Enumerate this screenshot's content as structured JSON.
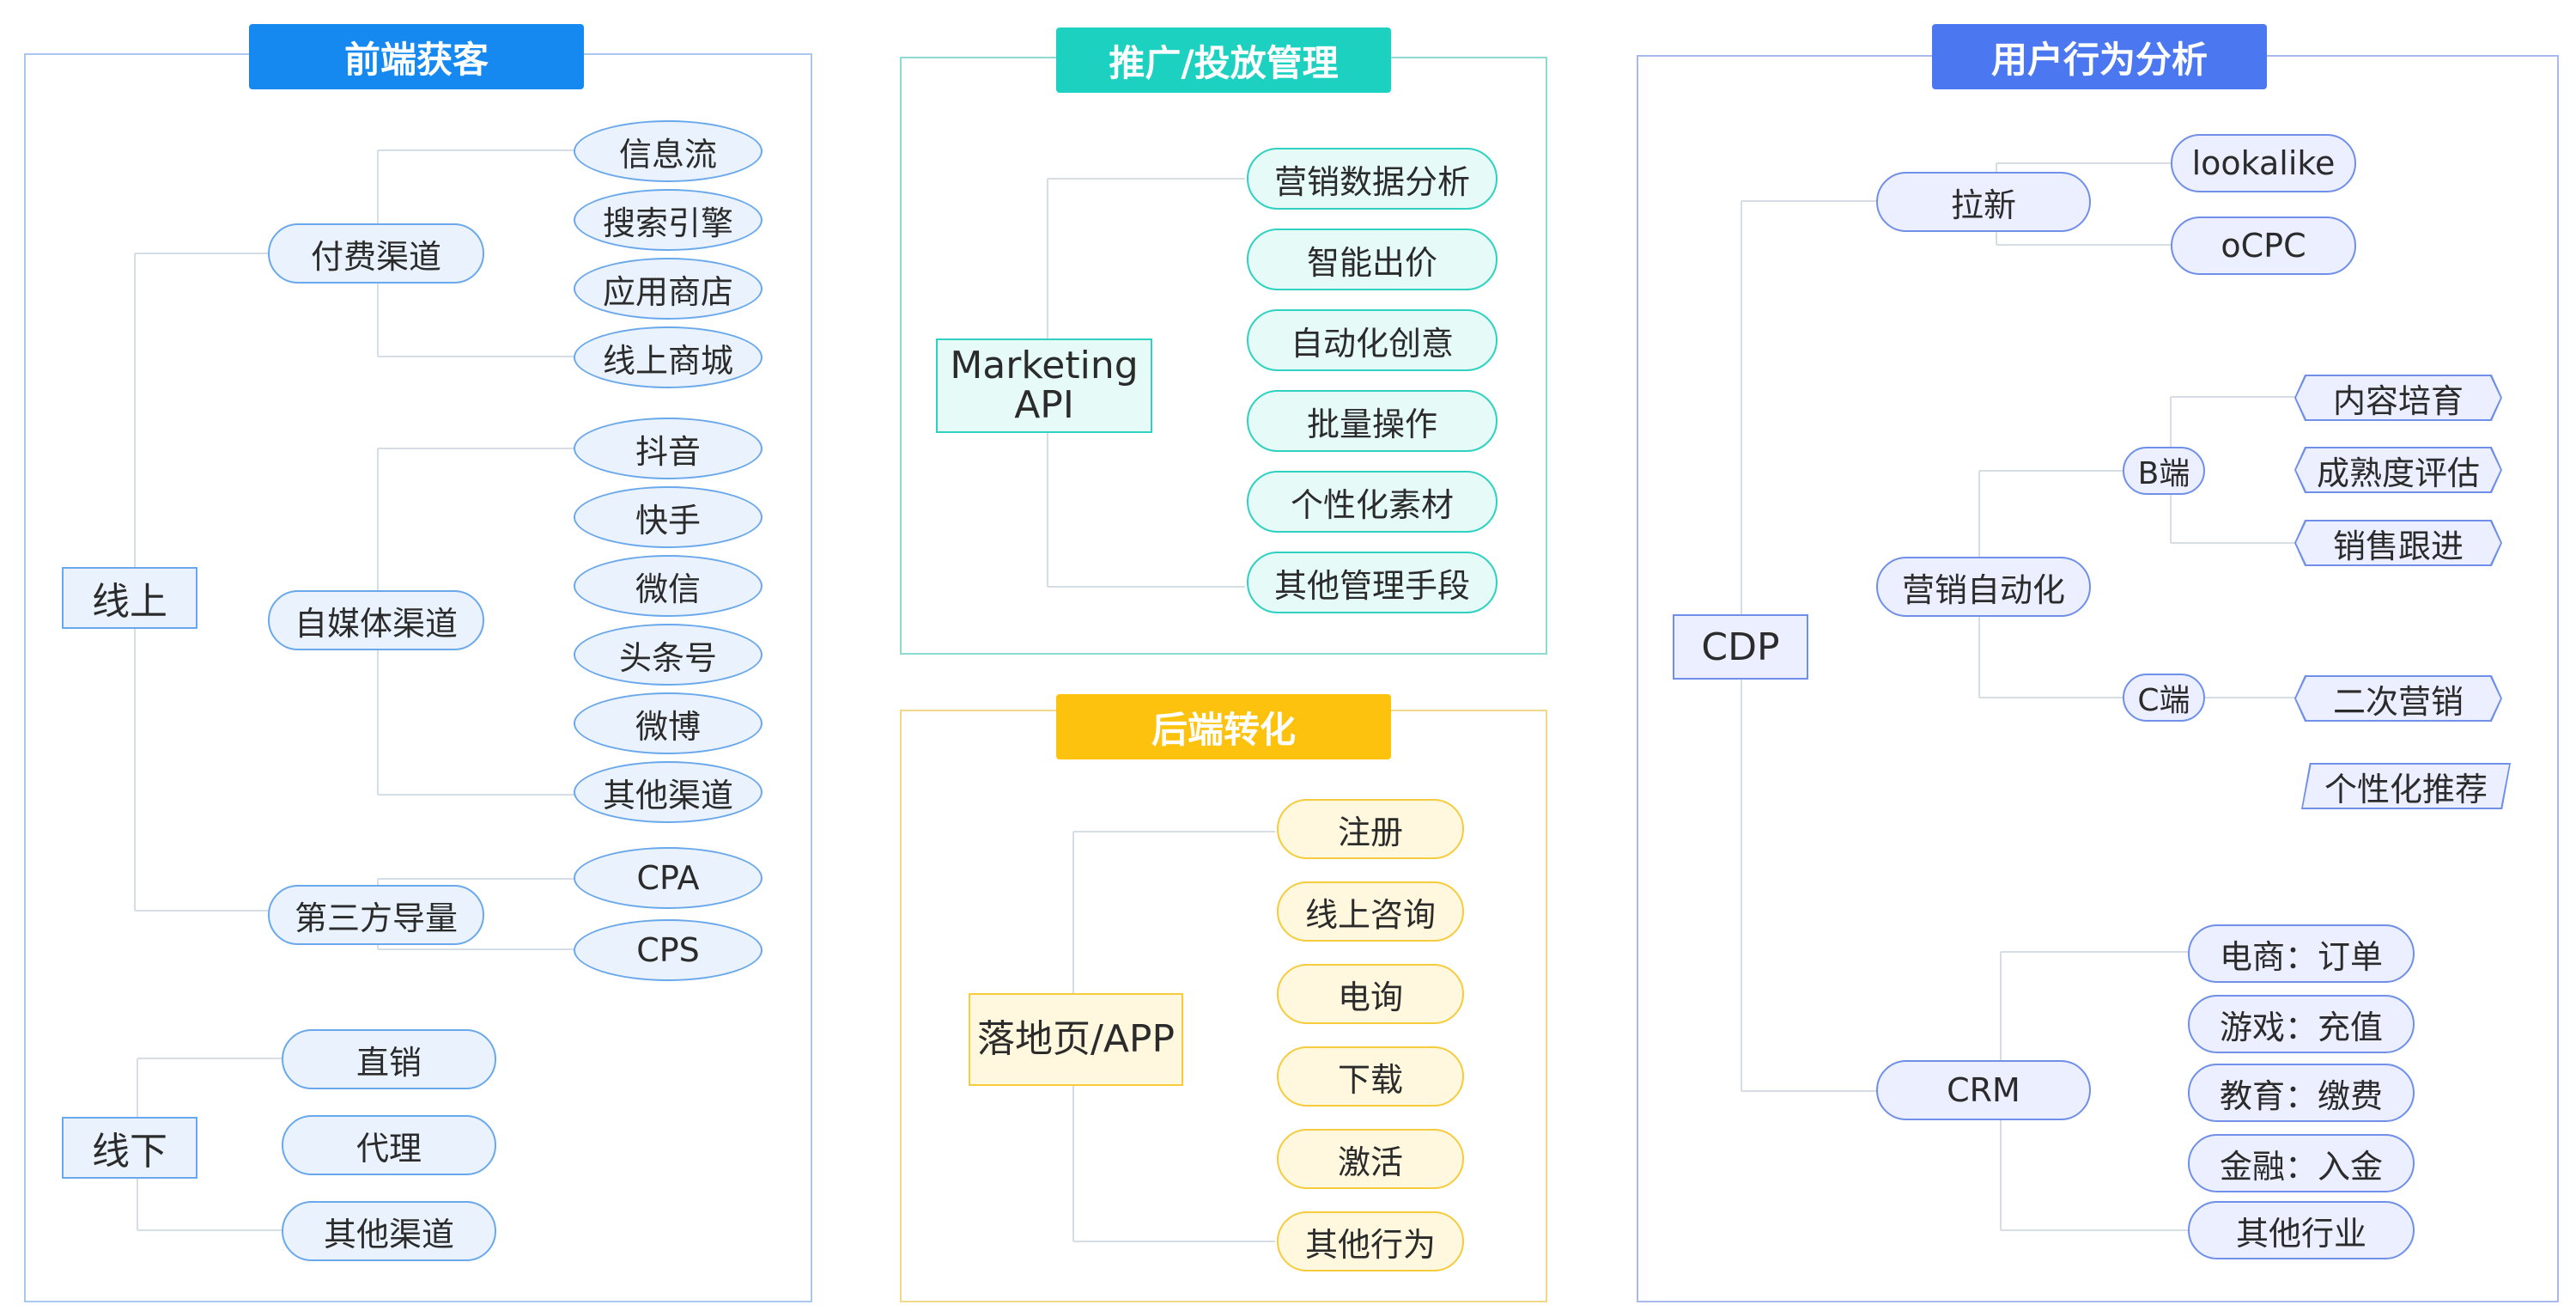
{
  "panels": {
    "acquisition": {
      "title": "前端获客",
      "online": "线上",
      "offline": "线下",
      "paid": {
        "label": "付费渠道",
        "items": [
          "信息流",
          "搜索引擎",
          "应用商店",
          "线上商城"
        ]
      },
      "media": {
        "label": "自媒体渠道",
        "items": [
          "抖音",
          "快手",
          "微信",
          "头条号",
          "微博",
          "其他渠道"
        ]
      },
      "third": {
        "label": "第三方导量",
        "items": [
          "CPA",
          "CPS"
        ]
      },
      "offline_items": [
        "直销",
        "代理",
        "其他渠道"
      ]
    },
    "marketing": {
      "title": "推广/投放管理",
      "center": "Marketing API",
      "items": [
        "营销数据分析",
        "智能出价",
        "自动化创意",
        "批量操作",
        "个性化素材",
        "其他管理手段"
      ]
    },
    "conversion": {
      "title": "后端转化",
      "center": "落地页/APP",
      "items": [
        "注册",
        "线上咨询",
        "电询",
        "下载",
        "激活",
        "其他行为"
      ]
    },
    "behavior": {
      "title": "用户行为分析",
      "center": "CDP",
      "acquire": {
        "label": "拉新",
        "items": [
          "lookalike",
          "oCPC"
        ]
      },
      "automation": {
        "label": "营销自动化",
        "b": {
          "label": "B端",
          "items": [
            "内容培育",
            "成熟度评估",
            "销售跟进"
          ]
        },
        "c": {
          "label": "C端",
          "items": [
            "二次营销",
            "个性化推荐"
          ]
        }
      },
      "crm": {
        "label": "CRM",
        "items": [
          "电商：订单",
          "游戏：充值",
          "教育：缴费",
          "金融：入金",
          "其他行业"
        ]
      }
    }
  }
}
